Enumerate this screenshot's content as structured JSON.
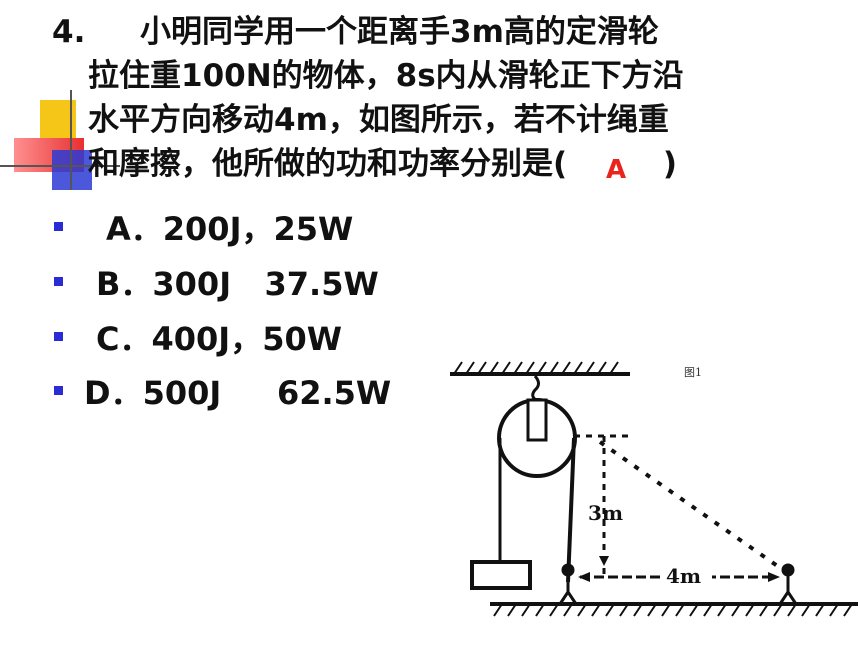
{
  "question": {
    "number": "4.",
    "lines": [
      "小明同学用一个距离手3m高的定滑轮",
      "拉住重100N的物体，8s内从滑轮正下方沿",
      "水平方向移动4m，如图所示，若不计绳重",
      "和摩擦，他所做的功和功率分别是("
    ],
    "answer": "A",
    "close_paren": ")"
  },
  "options": [
    {
      "label": "A",
      "text": "．200J，25W"
    },
    {
      "label": "B",
      "text": "．300J   37.5W"
    },
    {
      "label": "C",
      "text": "．400J，50W"
    },
    {
      "label": "D",
      "text": "．500J     62.5W"
    }
  ],
  "figure": {
    "caption": "图1",
    "height_label": "3m",
    "distance_label": "4m"
  },
  "colors": {
    "bullet": "#2b2bd6",
    "answer": "#e8241c",
    "deco_yellow": "#f5c518",
    "deco_blue": "#2b3bd6",
    "deco_red": "#e83030"
  }
}
